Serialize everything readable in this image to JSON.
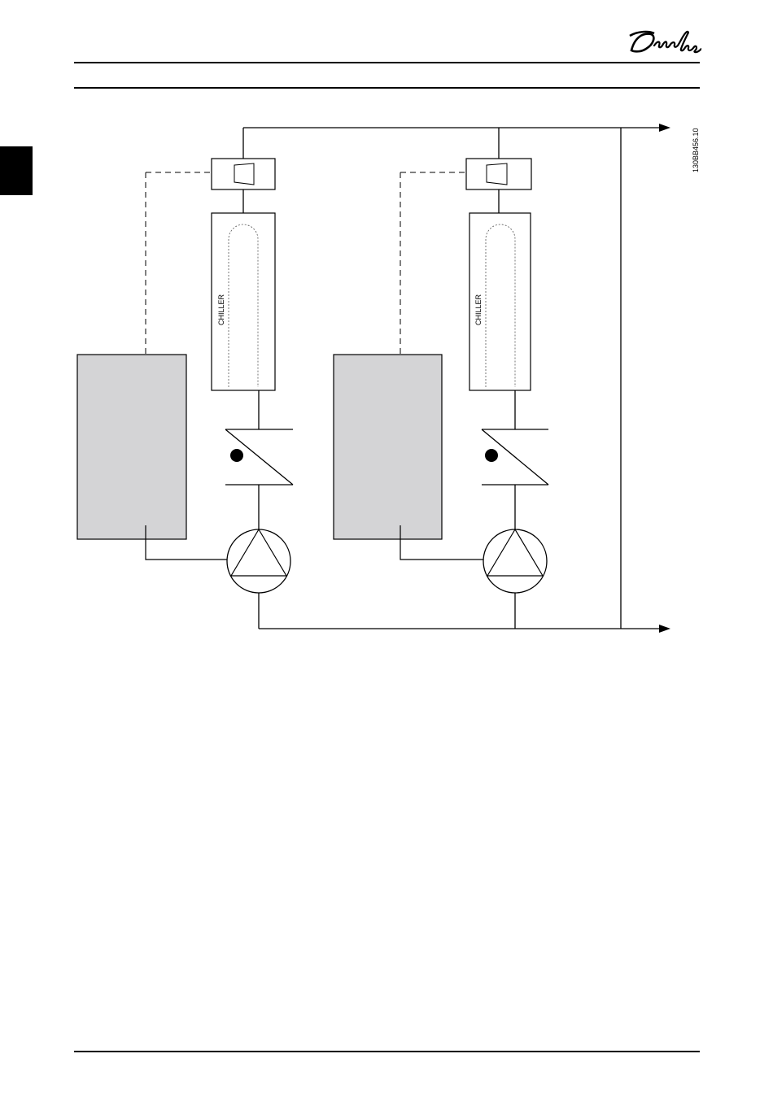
{
  "brand": {
    "name": "Danfoss",
    "logo_icon": "danfoss-logo-icon",
    "logo_color": "#000000"
  },
  "diagram": {
    "figure_code": "130BB456.10",
    "units": [
      {
        "chiller_label": "CHILLER"
      },
      {
        "chiller_label": "CHILLER"
      }
    ],
    "colors": {
      "drive_fill": "#d4d4d6",
      "line": "#000000"
    }
  }
}
